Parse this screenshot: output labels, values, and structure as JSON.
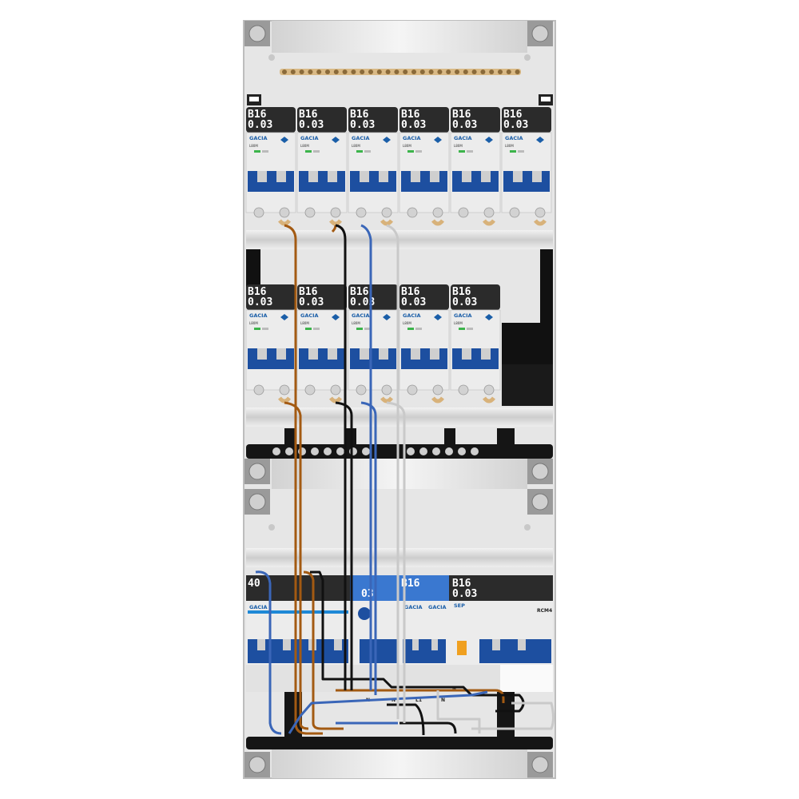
{
  "colors": {
    "enclosure": "#e4e4e4",
    "rail": "#cfcfcf",
    "breaker_body": "#ececec",
    "breaker_head": "#2b2b2b",
    "toggle": "#1d4fa0",
    "wire_brown": "#a35a12",
    "wire_black": "#111111",
    "wire_blue": "#3a66b8",
    "wire_grey": "#c9c9c9",
    "busbar": "#d8b27a",
    "highlight": "#3a78d0"
  },
  "icons": [
    "screw-icon",
    "brand-diamond-icon",
    "ce-mark-icon"
  ],
  "row1": {
    "breakers": [
      {
        "rating": "B16",
        "leak": "0.03",
        "brand": "GACIA",
        "model": "L80M"
      },
      {
        "rating": "B16",
        "leak": "0.03",
        "brand": "GACIA",
        "model": "L80M"
      },
      {
        "rating": "B16",
        "leak": "0.03",
        "brand": "GACIA",
        "model": "L80M"
      },
      {
        "rating": "B16",
        "leak": "0.03",
        "brand": "GACIA",
        "model": "L80M"
      },
      {
        "rating": "B16",
        "leak": "0.03",
        "brand": "GACIA",
        "model": "L80M"
      },
      {
        "rating": "B16",
        "leak": "0.03",
        "brand": "GACIA",
        "model": "L80M"
      }
    ]
  },
  "row2": {
    "breakers": [
      {
        "rating": "B16",
        "leak": "0.03",
        "brand": "GACIA",
        "model": "L80M"
      },
      {
        "rating": "B16",
        "leak": "0.03",
        "brand": "GACIA",
        "model": "L80M"
      },
      {
        "rating": "B16",
        "leak": "0.03",
        "brand": "GACIA",
        "model": "L80M"
      },
      {
        "rating": "B16",
        "leak": "0.03",
        "brand": "GACIA",
        "model": "L80M"
      },
      {
        "rating": "B16",
        "leak": "0.03",
        "brand": "GACIA",
        "model": "L80M"
      }
    ]
  },
  "row3": {
    "main_rating": "40",
    "main_brand": "GACIA",
    "highlight_leak": "03",
    "b16_rating": "B16",
    "b16_brand_a": "GACIA",
    "b16_brand_b": "GACIA",
    "rcm_rating": "B16",
    "rcm_leak": "0.03",
    "rcm_label": "RCM4",
    "sep_brand": "SEP",
    "terminal_labels": [
      "N",
      "N",
      "L1",
      "N",
      "N"
    ]
  }
}
